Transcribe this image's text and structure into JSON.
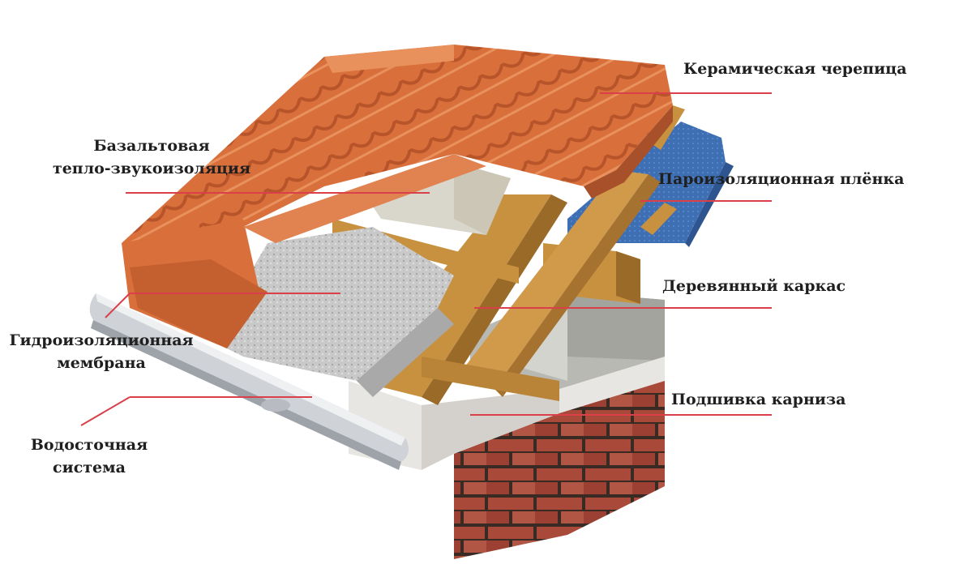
{
  "labels": {
    "ceramic_tile": "Керамическая черепица",
    "basalt_line1": "Базальтовая",
    "basalt_line2": "тепло-звукоизоляция",
    "vapor_barrier": "Пароизоляционная плёнка",
    "wood_frame": "Деревянный каркас",
    "waterproof_line1": "Гидроизоляционная",
    "waterproof_line2": "мембрана",
    "eaves_soffit": "Подшивка карниза",
    "gutter_line1": "Водосточная",
    "gutter_line2": "система"
  },
  "colors": {
    "leader_line": "#d9404a",
    "label_text": "#1f1f1f",
    "tile": "#d9703c",
    "tile_dark": "#b8542a",
    "wood": "#c8913f",
    "wood_dark": "#9a6a28",
    "insulation": "#d9d6cc",
    "membrane": "#bdbdbd",
    "vapor_film": "#3f6fb3",
    "concrete": "#b9b9b4",
    "brick": "#a8493a",
    "gutter": "#cfd2d6"
  }
}
